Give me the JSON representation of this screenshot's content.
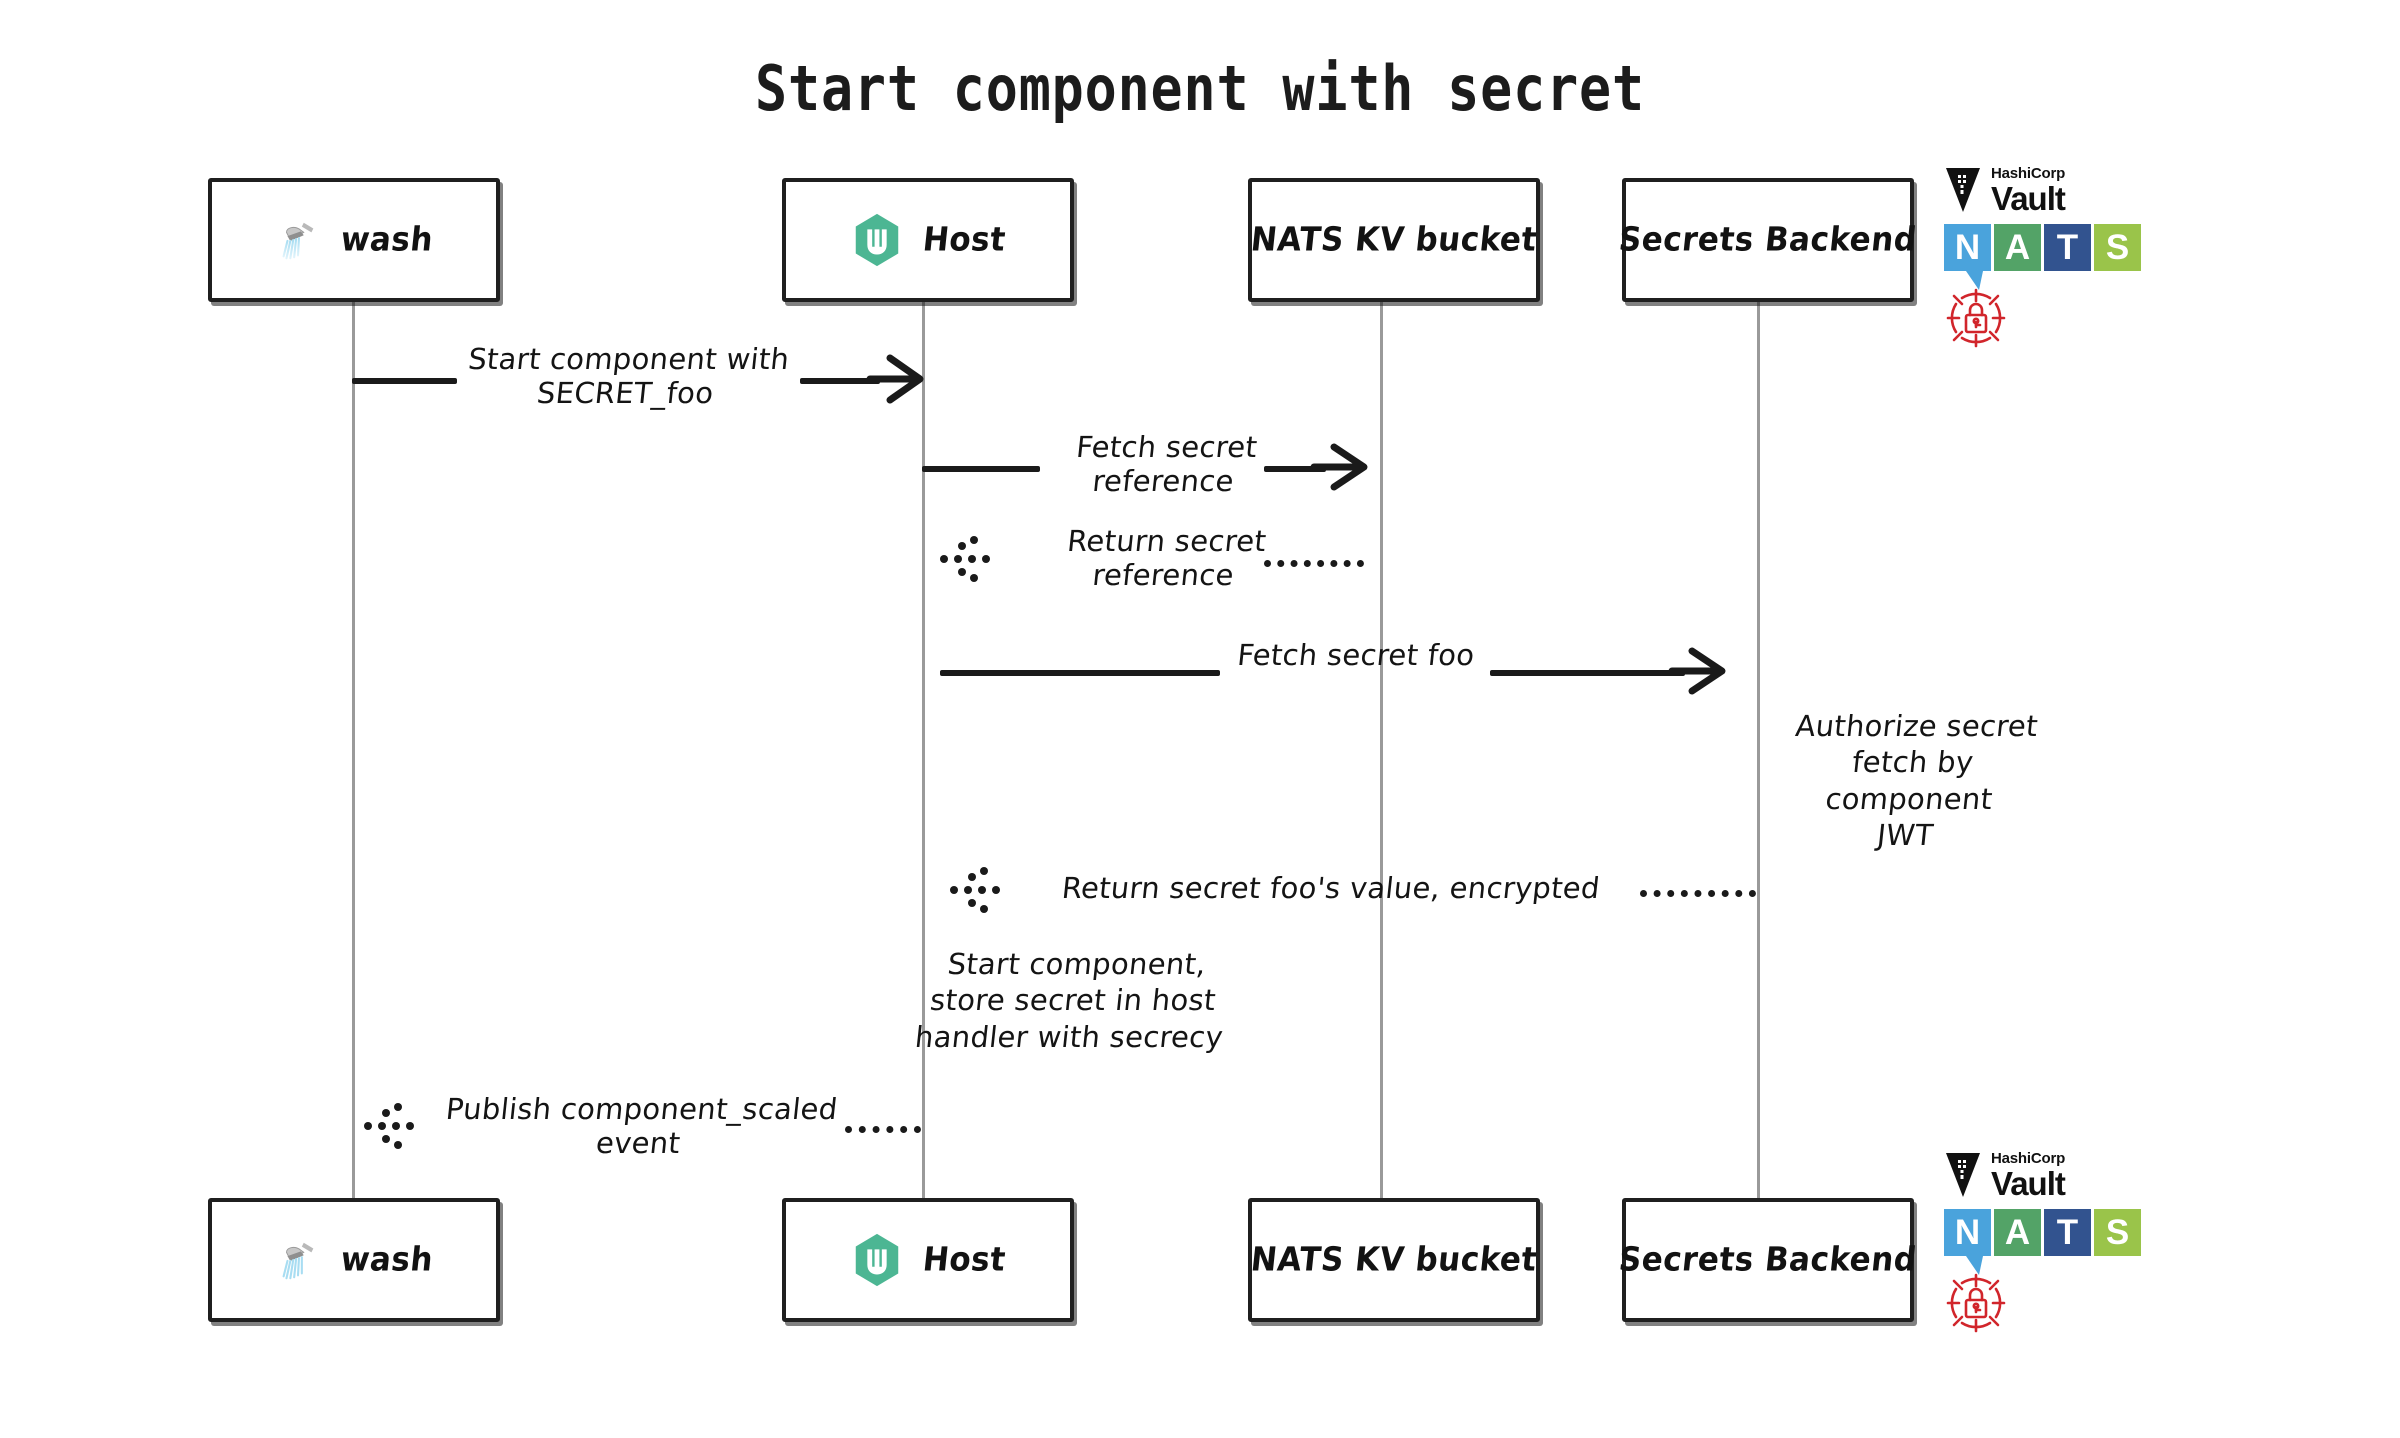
{
  "title": "Start component with secret",
  "participants": [
    {
      "id": "wash",
      "label": "wash",
      "icon": "shower-icon"
    },
    {
      "id": "host",
      "label": "Host",
      "icon": "wasmcloud-hexagon-icon"
    },
    {
      "id": "natskv",
      "label": "NATS KV bucket",
      "icon": "none"
    },
    {
      "id": "secrets",
      "label": "Secrets Backend",
      "icon": "none"
    }
  ],
  "messages": [
    {
      "id": "m1",
      "label": "Start component with\nSECRET_foo",
      "from": "wash",
      "to": "host",
      "style": "solid",
      "direction": "right"
    },
    {
      "id": "m2",
      "label": "Fetch secret\nreference",
      "from": "host",
      "to": "natskv",
      "style": "solid",
      "direction": "right"
    },
    {
      "id": "m3",
      "label": "Return secret\nreference",
      "from": "natskv",
      "to": "host",
      "style": "dotted",
      "direction": "left"
    },
    {
      "id": "m4",
      "label": "Fetch secret foo",
      "from": "host",
      "to": "secrets",
      "style": "solid",
      "direction": "right"
    },
    {
      "id": "m5",
      "label": "Return secret foo's value, encrypted",
      "from": "secrets",
      "to": "host",
      "style": "dotted",
      "direction": "left"
    },
    {
      "id": "m6",
      "label": "Publish component_scaled\nevent",
      "from": "host",
      "to": "wash",
      "style": "dotted",
      "direction": "left"
    }
  ],
  "notes": [
    {
      "id": "n1",
      "over": "secrets",
      "text": "Authorize secret\nfetch by component\nJWT"
    },
    {
      "id": "n2",
      "over": "host",
      "text": "Start component,\nstore secret in host\nhandler with secrecy"
    }
  ],
  "logos": {
    "vault": {
      "brand": "HashiCorp",
      "product": "Vault"
    },
    "nats": {
      "letters": [
        "N",
        "A",
        "T",
        "S"
      ],
      "colors": [
        "#4aa3dc",
        "#53a367",
        "#32538f",
        "#9ac44a"
      ]
    },
    "lock": {
      "name": "secrets-lock-icon",
      "color": "#d1252b"
    }
  },
  "colors": {
    "ink": "#1a1a1a",
    "lifeline": "#9a9a9a",
    "wasmcloud_green": "#4cb693",
    "vault_black": "#111111"
  }
}
